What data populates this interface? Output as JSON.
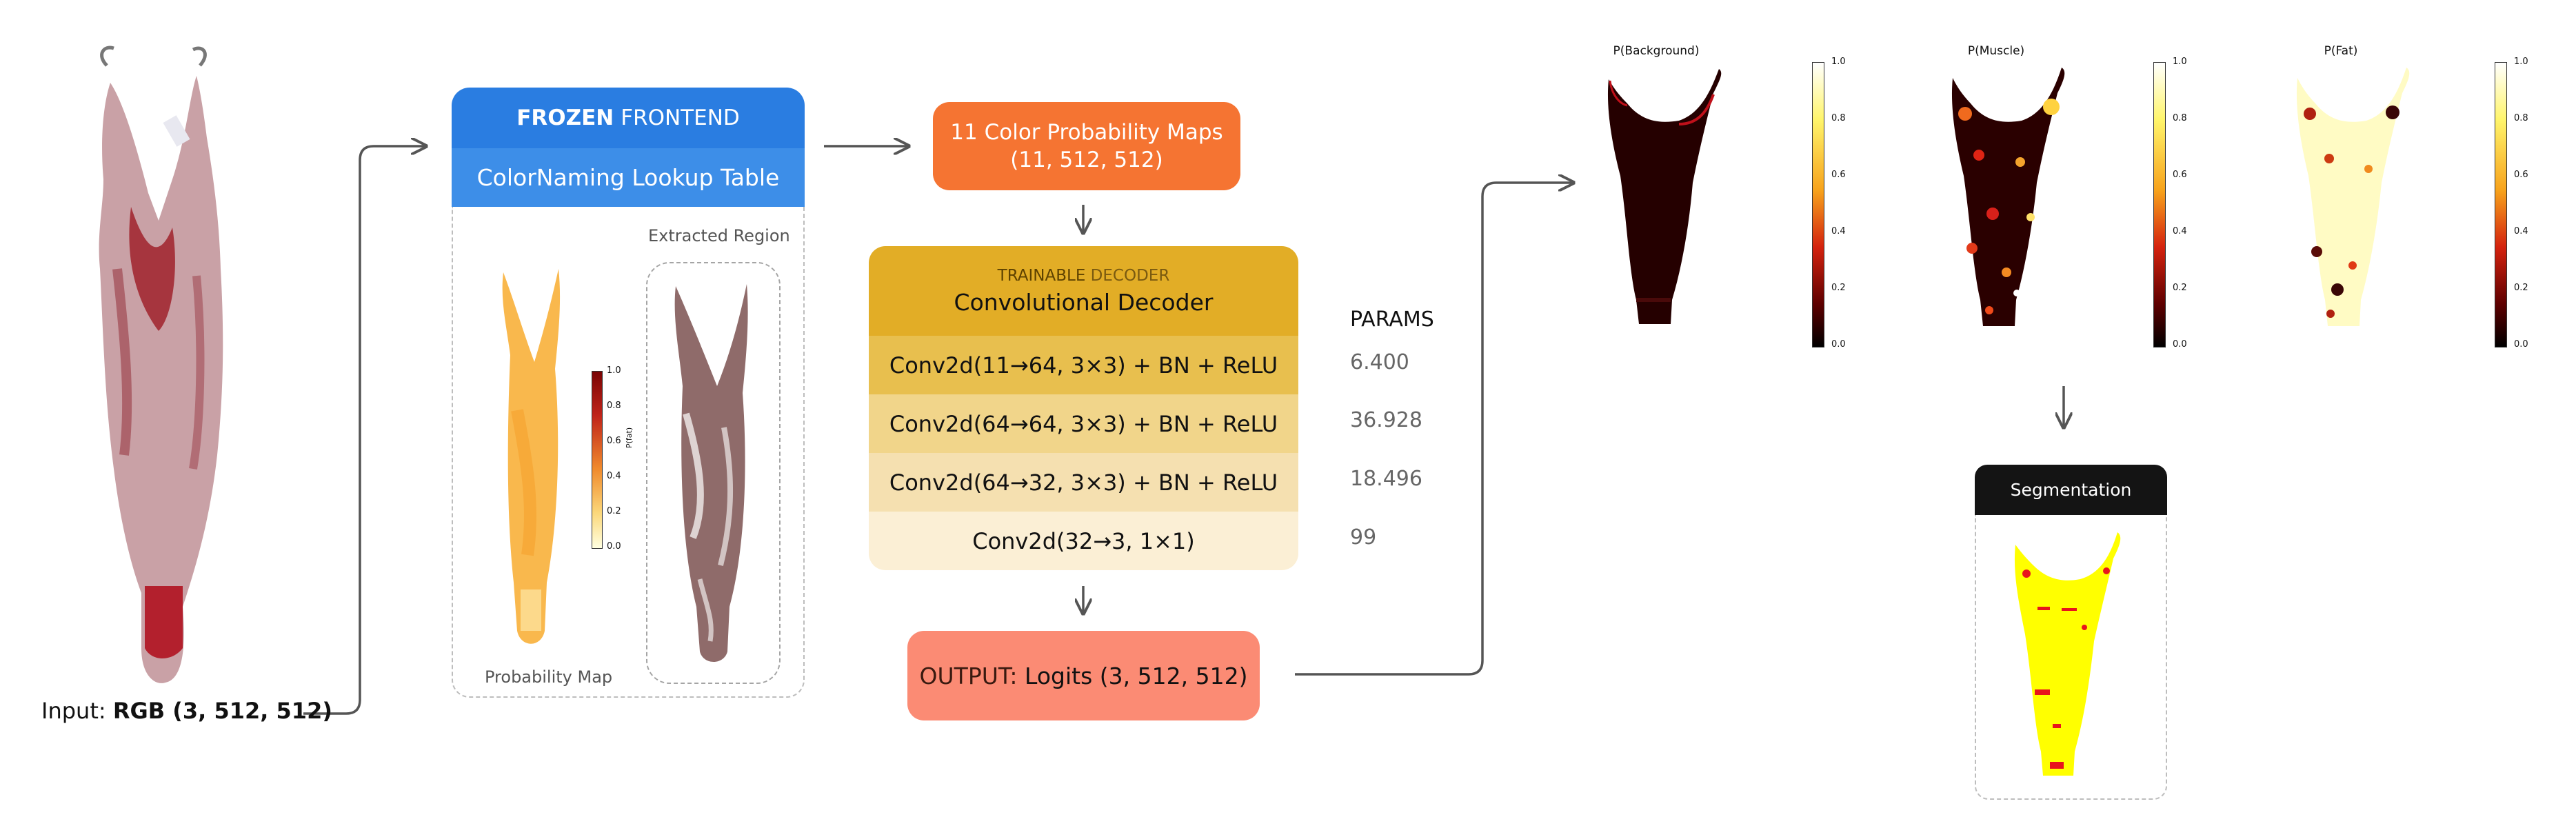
{
  "input": {
    "label_prefix": "Input: ",
    "label_value": "RGB (3, 512, 512)"
  },
  "frontend": {
    "header_strong": "FROZEN",
    "header_light": "FRONTEND",
    "lut_label": "ColorNaming Lookup Table",
    "extracted_region_label": "Extracted Region",
    "probability_map_label": "Probability Map",
    "colorbar_label": "P(fat)",
    "colorbar_ticks": [
      "1.0",
      "0.8",
      "0.6",
      "0.4",
      "0.2",
      "0.0"
    ]
  },
  "color_maps": {
    "line1": "11 Color Probability Maps",
    "line2": "(11, 512, 512)"
  },
  "decoder": {
    "sub_strong": "TRAINABLE",
    "sub_light": "DECODER",
    "title": "Convolutional Decoder",
    "params_header": "PARAMS",
    "layers": [
      {
        "label": "Conv2d(11→64, 3×3) + BN + ReLU",
        "params": "6.400"
      },
      {
        "label": "Conv2d(64→64, 3×3) + BN + ReLU",
        "params": "36.928"
      },
      {
        "label": "Conv2d(64→32, 3×3) + BN + ReLU",
        "params": "18.496"
      },
      {
        "label": "Conv2d(32→3, 1×1)",
        "params": "99"
      }
    ]
  },
  "output": {
    "prefix": "OUTPUT:",
    "value": "Logits (3, 512, 512)"
  },
  "prob_maps": [
    {
      "title": "P(Background)"
    },
    {
      "title": "P(Muscle)"
    },
    {
      "title": "P(Fat)"
    }
  ],
  "colorbar_ticks": [
    "1.0",
    "0.8",
    "0.6",
    "0.4",
    "0.2",
    "0.0"
  ],
  "segmentation": {
    "title": "Segmentation"
  },
  "colors": {
    "frontend_blue": "#2a7de1",
    "colormaps_orange": "#f57432",
    "decoder_gold": "#e2ad26",
    "output_salmon": "#fb8b74",
    "segmentation_yellow": "#ffff00",
    "segmentation_red": "#e8141c"
  }
}
